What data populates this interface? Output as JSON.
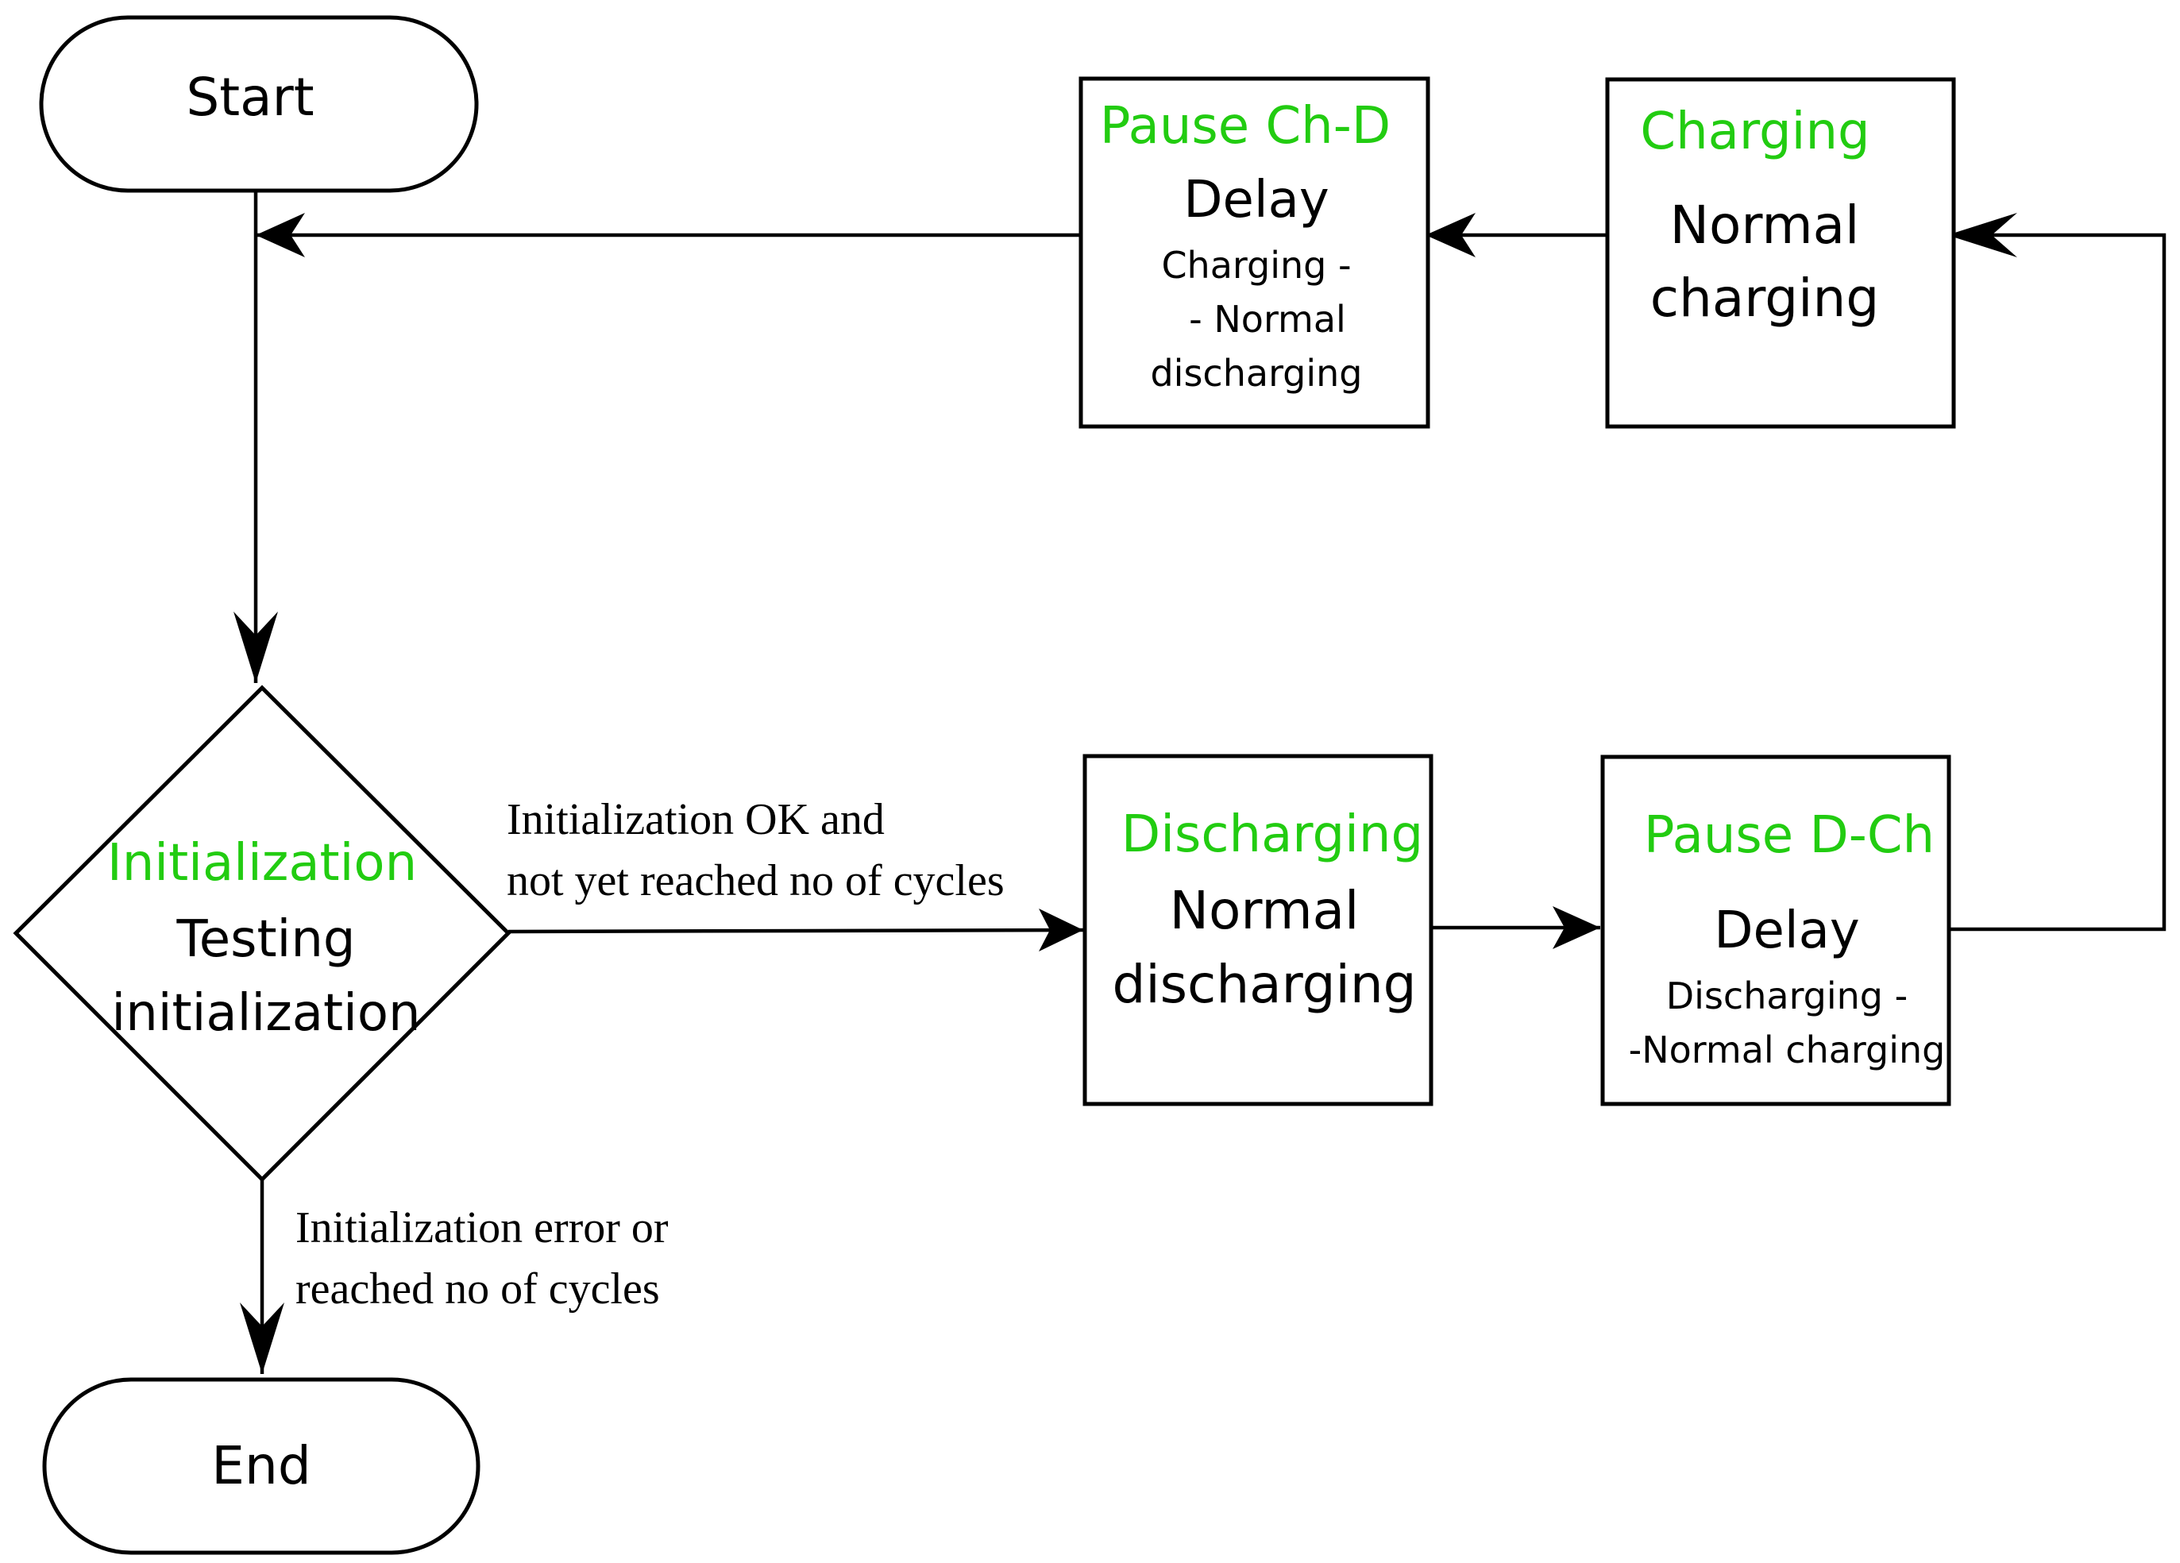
{
  "colors": {
    "accent_title": "#22cc11",
    "text": "#000000",
    "stroke": "#000000",
    "background": "#ffffff"
  },
  "nodes": {
    "start": {
      "label": "Start"
    },
    "end": {
      "label": "End"
    },
    "initialization": {
      "title": "Initialization",
      "line1": "Testing",
      "line2": "initialization"
    },
    "discharging": {
      "title": "Discharging",
      "line1": "Normal",
      "line2": "discharging"
    },
    "pause_d_ch": {
      "title": "Pause D-Ch",
      "line1": "Delay",
      "line2": "Discharging -",
      "line3": "-Normal charging"
    },
    "charging": {
      "title": "Charging",
      "line1": "Normal",
      "line2": "charging"
    },
    "pause_ch_d": {
      "title": "Pause Ch-D",
      "line1": "Delay",
      "line2": "Charging -",
      "line3": "- Normal",
      "line4": "discharging"
    }
  },
  "edges": {
    "ok_label_line1": "Initialization OK and",
    "ok_label_line2": "not yet reached no of cycles",
    "error_label_line1": "Initialization error or",
    "error_label_line2": "reached no of cycles"
  }
}
